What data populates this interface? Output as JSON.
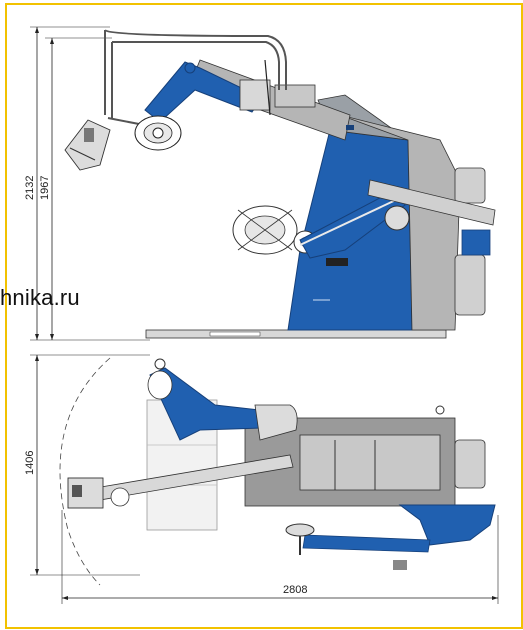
{
  "watermark": "hnika.ru",
  "side_view": {
    "dim_total_height": "2132",
    "dim_column_height": "1967"
  },
  "top_view": {
    "dim_depth": "1406",
    "dim_length": "2808"
  },
  "colors": {
    "frame_border": "#f2c200",
    "machine_blue": "#2060b0",
    "steel_gray": "#b5b5b5",
    "line": "#222222"
  }
}
